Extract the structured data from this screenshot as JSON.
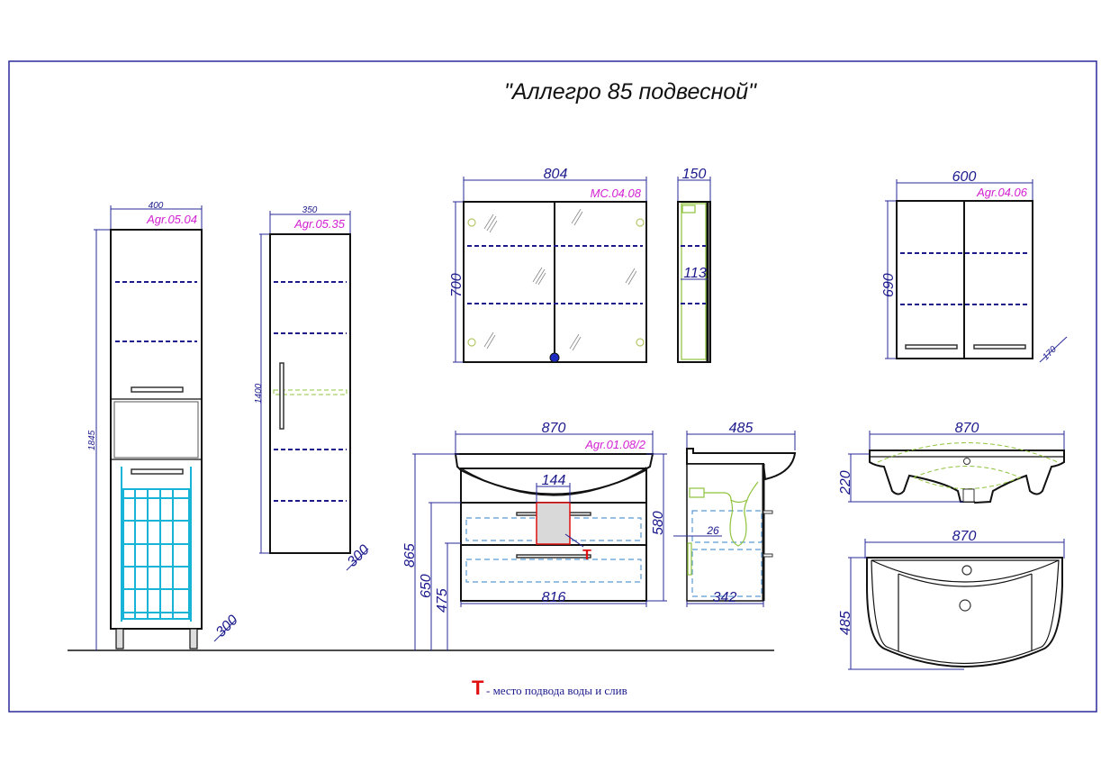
{
  "title": "\"Аллегро 85 подвесной\"",
  "legend": {
    "symbol": "T",
    "text": "- место подвода воды и слив"
  },
  "colors": {
    "dimension": "#1c1a8c",
    "article_code": "#d21fd2",
    "outline": "#111111",
    "frame": "#2a2a9a",
    "water_point": "#e01010",
    "basket": "#18b4d8",
    "plumbing": "#8fc33c"
  },
  "items": [
    {
      "id": "tall-cabinet",
      "code": "Agr.05.04",
      "width": "400",
      "height": "1845",
      "depth": "300"
    },
    {
      "id": "column-cabinet",
      "code": "Agr.05.35",
      "width": "350",
      "height": "1400",
      "depth": "300"
    },
    {
      "id": "mirror-cabinet",
      "code": "MC.04.08",
      "width": "804",
      "height": "700",
      "side_depth": "150",
      "inner_depth": "113"
    },
    {
      "id": "wall-cabinet",
      "code": "Agr.04.06",
      "width": "600",
      "height": "690",
      "depth": "170"
    },
    {
      "id": "vanity-unit",
      "code": "Agr.01.08/2",
      "width": "870",
      "body_width": "816",
      "height": "580",
      "mount_height_total": "865",
      "mount_height_top_drawer": "650",
      "mount_height_lower_drawer": "475",
      "cutout_width": "144",
      "side_depth_total": "485",
      "side_depth_body": "342",
      "side_offset": "26"
    },
    {
      "id": "washbasin",
      "front_width": "870",
      "front_height": "220",
      "top_width": "870",
      "top_depth": "485"
    }
  ]
}
